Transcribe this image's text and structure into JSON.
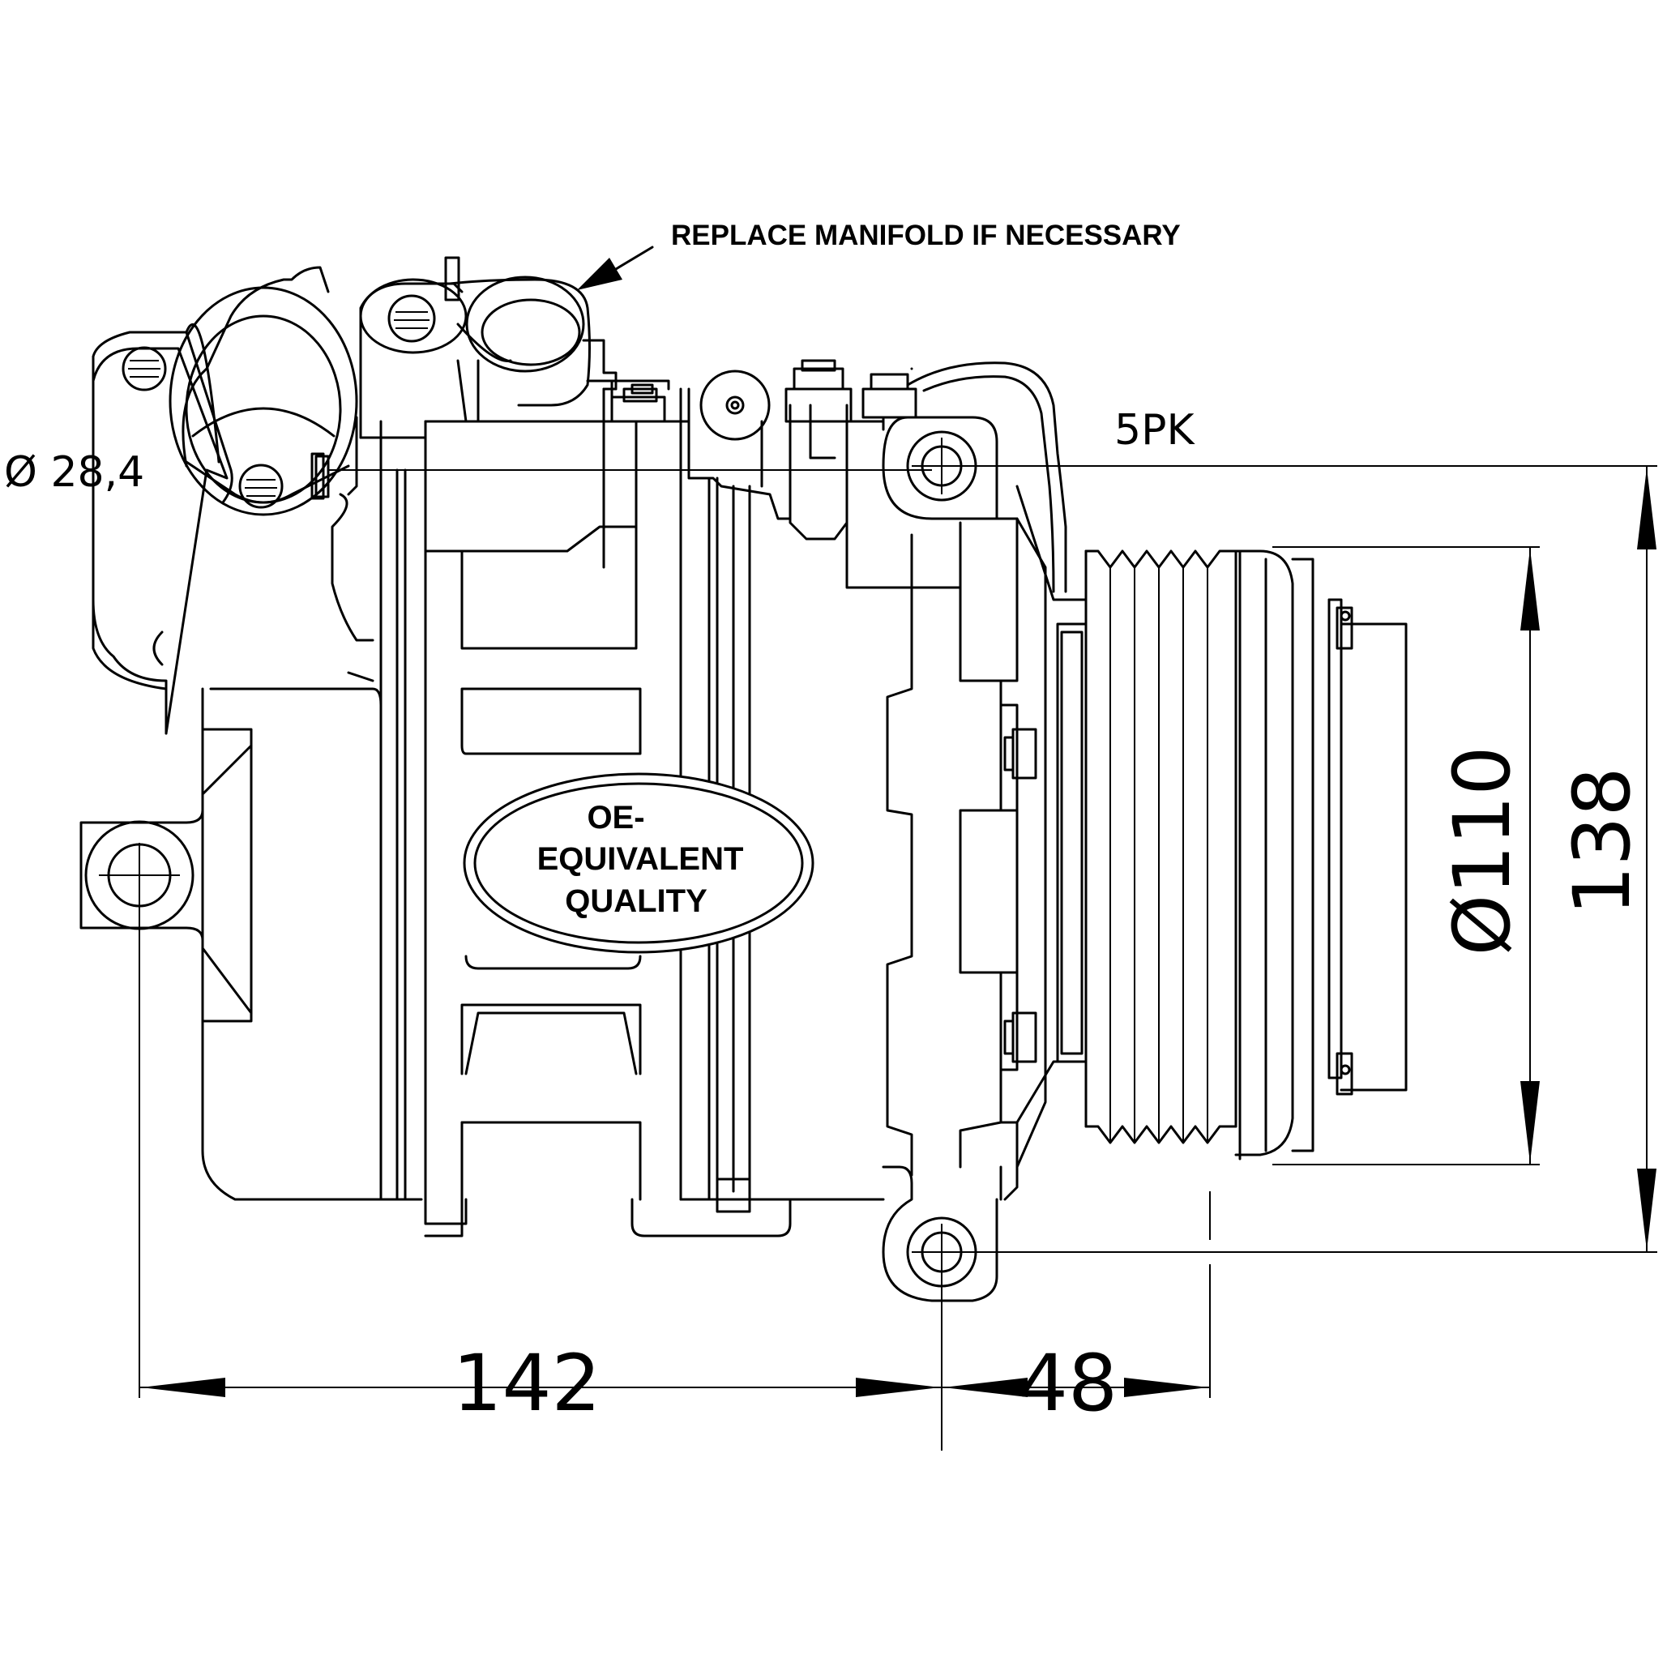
{
  "labels": {
    "manifold_note": "REPLACE MANIFOLD IF NECESSARY",
    "port_diameter": "Ø 28,4",
    "belt_profile": "5PK",
    "badge_line1": "OE-",
    "badge_line2": "EQUIVALENT",
    "badge_line3": "QUALITY"
  },
  "dimensions": {
    "overall_length": "142",
    "pulley_offset": "48",
    "pulley_diameter": "Ø110",
    "mount_height": "138"
  }
}
